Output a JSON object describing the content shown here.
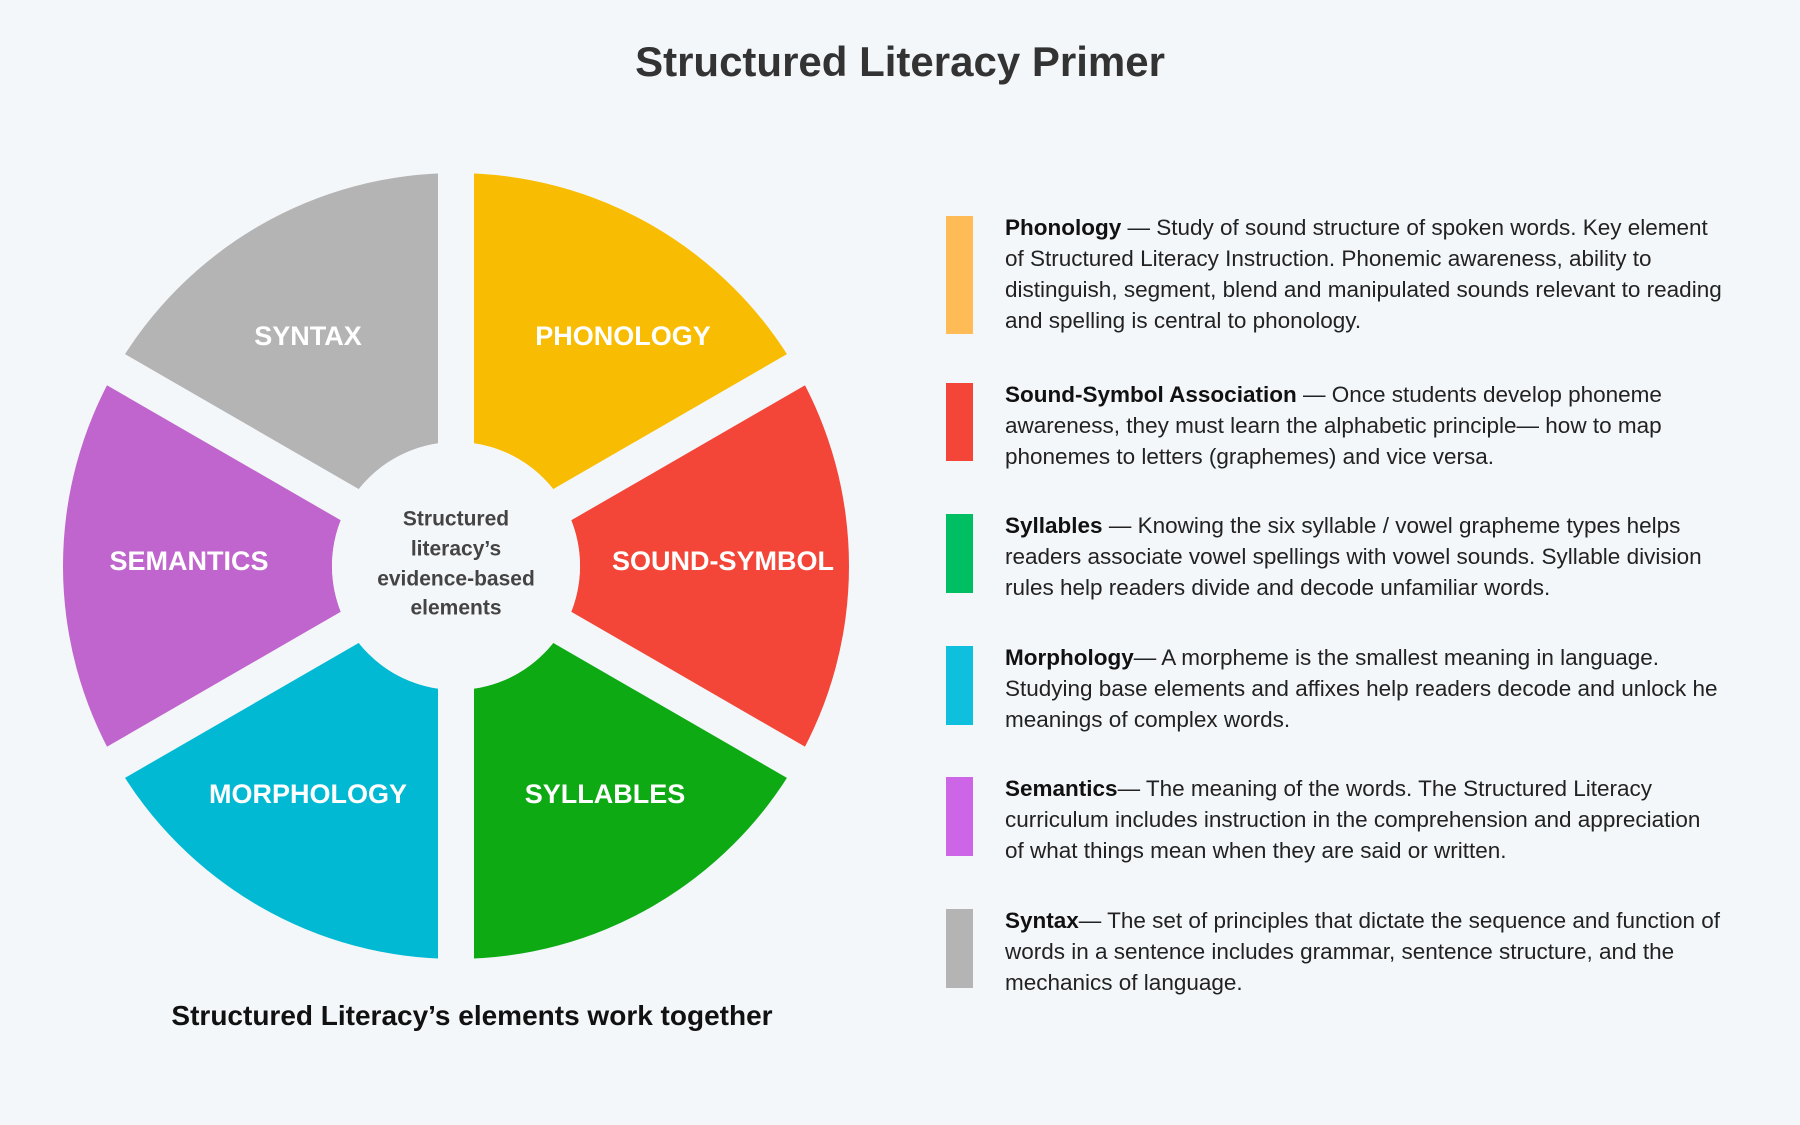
{
  "title": "Structured Literacy Primer",
  "wheel": {
    "center_lines": [
      "Structured",
      "literacy’s",
      "evidence-based",
      "elements"
    ],
    "segments": [
      {
        "label": "PHONOLOGY",
        "color": "#f8bd02"
      },
      {
        "label": "SOUND-SYMBOL",
        "color": "#f34638"
      },
      {
        "label": "SYLLABLES",
        "color": "#0daa14"
      },
      {
        "label": "MORPHOLOGY",
        "color": "#02b9d3"
      },
      {
        "label": "SEMANTICS",
        "color": "#bf65cd"
      },
      {
        "label": "SYNTAX",
        "color": "#b3b4b3"
      }
    ]
  },
  "caption": "Structured Literacy’s elements work together",
  "legend": [
    {
      "term": "Phonology",
      "text": " — Study of sound structure of spoken words. Key element of Structured Literacy Instruction. Phonemic awareness, ability to distinguish, segment, blend and manipulated sounds relevant to reading and spelling is central to phonology.",
      "color": "#ffbb55"
    },
    {
      "term": "Sound-Symbol Association",
      "text": " — Once students develop phoneme awareness, they must learn the alphabetic principle— how to map phonemes to letters (graphemes) and vice versa.",
      "color": "#f34638"
    },
    {
      "term": "Syllables",
      "text": " — Knowing the six syllable / vowel grapheme types helps readers associate vowel spellings with vowel sounds. Syllable division rules help readers divide and decode unfamiliar words.",
      "color": "#00bf63"
    },
    {
      "term": "Morphology",
      "text": "— A morpheme is the smallest meaning in language. Studying base elements and affixes help readers decode and unlock he meanings of complex words.",
      "color": "#0ec0de"
    },
    {
      "term": "Semantics",
      "text": "— The meaning of the words. The Structured Literacy curriculum includes instruction in the comprehension and appreciation of what things mean when they are said or written.",
      "color": "#cc66e6"
    },
    {
      "term": "Syntax",
      "text": "— The set of principles that dictate the sequence and function of words in a sentence includes grammar, sentence structure, and the mechanics of language.",
      "color": "#b3b4b3"
    }
  ]
}
